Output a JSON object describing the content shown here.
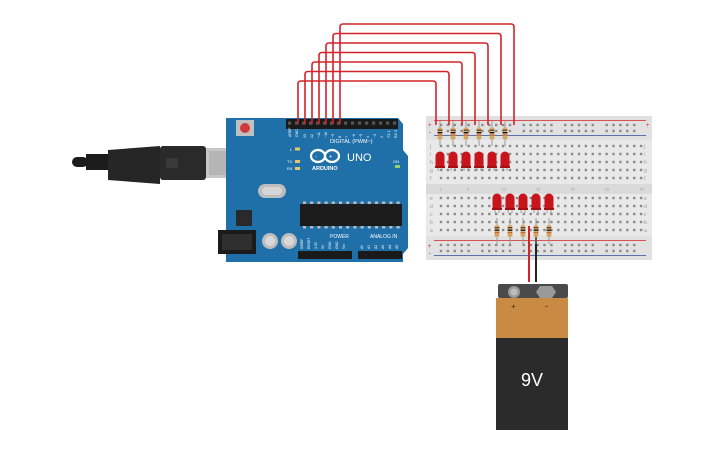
{
  "scene": {
    "arduino": {
      "header_digital": "DIGITAL (PWM~)",
      "logo_text": "UNO",
      "brand_text": "ARDUINO",
      "header_power": "POWER",
      "header_analog": "ANALOG IN",
      "label_aref": "AREF",
      "label_gnd": "GND",
      "label_l": "L",
      "label_tx": "TX",
      "label_rx": "RX",
      "label_on": "ON",
      "digital_pins": [
        "13",
        "12",
        "~11",
        "~10",
        "~9",
        "8",
        "7",
        "~6",
        "~5",
        "4",
        "~3",
        "2",
        "TX 1",
        "RX 0"
      ],
      "power_pins": [
        "IOREF",
        "RESET",
        "3.3V",
        "5V",
        "GND",
        "GND",
        "Vin"
      ],
      "analog_pins": [
        "A0",
        "A1",
        "A2",
        "A3",
        "A4",
        "A5"
      ]
    },
    "breadboard": {
      "rail_plus": "+",
      "rail_minus": "-",
      "top_row_letters": [
        "j",
        "i",
        "h",
        "g",
        "f"
      ],
      "bottom_row_letters": [
        "e",
        "d",
        "c",
        "b",
        "a"
      ],
      "column_count": 30
    },
    "battery": {
      "label": "9V",
      "terminal_plus": "+",
      "terminal_minus": "-"
    },
    "colors": {
      "arduino_blue": "#1f6fa8",
      "wire_red": "#d2232a",
      "wire_black": "#222222",
      "led_red": "#c8141b",
      "battery_orange": "#c98a43",
      "battery_black": "#2b2b2b"
    },
    "top_led_count": 6,
    "bottom_led_count": 5
  }
}
